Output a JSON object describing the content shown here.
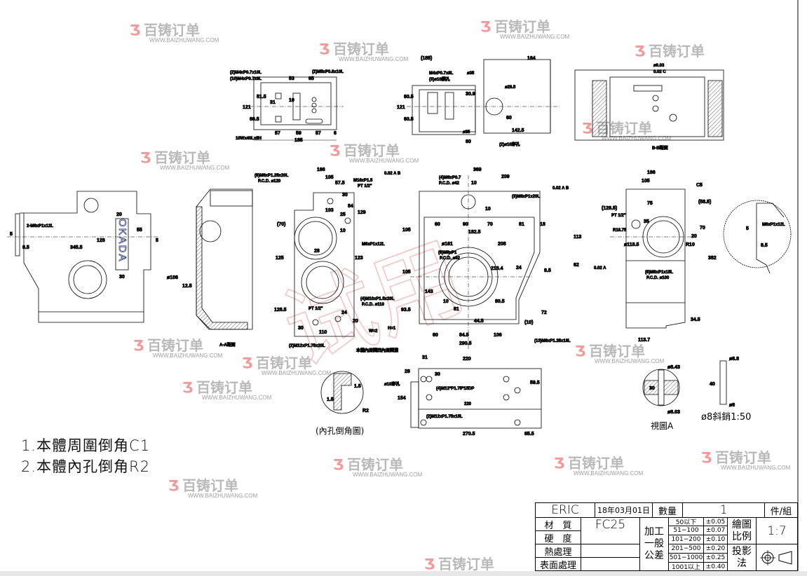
{
  "notes": [
    "1.本體周圍倒角C1",
    "2.本體內孔倒角R2"
  ],
  "watermark": {
    "brand": "百铸订单",
    "url": "WWW.BAIZHUWANG.COM",
    "stamp": "试用"
  },
  "views": {
    "top_left": {
      "dims": [
        "(2)M4xP0.7x10L",
        "(10)M4xP0.7x8L",
        "(2)M5xP0.8x10L",
        "53",
        "65",
        "121",
        "51.5",
        "60.5",
        "31",
        "10",
        "57",
        "59",
        "57",
        "6",
        "185",
        "10Wx40Lx5H"
      ]
    },
    "top_mid": {
      "dims": [
        "(185)",
        "164",
        "M4xP0.7x8L",
        "(3)ø10鑽孔",
        "ø35",
        "30.9",
        "121",
        "60.5",
        "60.5",
        "ø28.5",
        "60",
        "142.5",
        "ø35",
        "60",
        "(2)ø10穿孔"
      ]
    },
    "top_right": {
      "dims": [
        "ø0.03",
        "0.02 C",
        "B-B斷面"
      ]
    },
    "side_left": {
      "dims": [
        "2-M6xP1x12L",
        "5",
        "8.5",
        "345.5",
        "128",
        "20",
        "55",
        "30",
        "5"
      ],
      "logo": "OKADA"
    },
    "section_aa": {
      "dims": [
        "ø106",
        "12.5",
        "A-A斷面"
      ]
    },
    "front_left": {
      "dims": [
        "(8)M8xP1.25x20L",
        "P.C.D. ø120",
        "166",
        "105",
        "57.5",
        "M16xP1.5",
        "PT 1/2\"",
        "103",
        "25",
        "30",
        "84",
        "129",
        "(70)",
        "10",
        "M6xP1x12L",
        "125",
        "123",
        "128.5",
        "28",
        "PT 1/2\"",
        "24",
        "20",
        "110",
        "30",
        "(2)M12xP1.75x20L",
        "(4)M10xP1.5x20L",
        "P.C.D. ø110"
      ]
    },
    "front_main": {
      "dims": [
        "369",
        "209",
        "0.02 A B",
        "0.02 A B",
        "(4)M6xP0.7",
        "P.C.D. ø42",
        "10",
        "(3)M6xP1x20L",
        "10",
        "60",
        "90",
        "70",
        "81",
        "18",
        "182.5",
        "113",
        "ø161",
        "208",
        "(8)M8xP1",
        "P.C.D. ø92",
        "218.4",
        "24",
        "8.5",
        "62",
        "143",
        "10",
        "81",
        "80.5",
        "72",
        "(10)",
        "60",
        "84.5",
        "106",
        "290.5",
        "(13)M8xP1.25x18L",
        "44.5",
        "93.5",
        "105",
        "105",
        "W=2",
        "H=1",
        "本體內周圍凹內周圍溝"
      ]
    },
    "front_right": {
      "dims": [
        "166",
        "105",
        "C5",
        "75",
        "(58.5)",
        "(128.5)",
        "PT 1/2\"",
        "R18.75",
        "35",
        "70",
        "20",
        "R10",
        "ø118.5",
        "(8)M8xP1x15L",
        "P.C.D. ø100",
        "0.02 A",
        "382",
        "34.5",
        "113.7"
      ]
    },
    "detail_circle": {
      "dims": [
        "M6xP1x12L",
        "5",
        "8.5"
      ]
    },
    "bottom_mid": {
      "dims": [
        "31",
        "220",
        "28",
        "30",
        "ø10穿孔",
        "(4)M12*P1.75*15DP",
        "154",
        "59.5",
        "220",
        "(2)M12xP1.75x15L",
        "270.5",
        "65.5"
      ]
    },
    "inner_hole": {
      "dims": [
        "1.5",
        "1.5",
        "R2"
      ],
      "caption": "(內孔倒角圖)"
    },
    "view_a": {
      "dims": [
        "ø8.43",
        "30",
        "ø8.03"
      ],
      "caption": "視圖A"
    },
    "pin": {
      "dims": [
        "ø8.8",
        "40",
        "ø8"
      ],
      "caption": "ø8斜銷1:50"
    }
  },
  "title_block": {
    "drawer": "ERIC",
    "date": "18年03月01日",
    "qty_label": "數量",
    "qty": "1",
    "unit": "件/組",
    "material_label": "材　質",
    "material": "FC25",
    "hardness_label": "硬　度",
    "heat_label": "熱處理",
    "surface_label": "表面處理",
    "tolerance_label": "加工一般公差",
    "tolerances": [
      {
        "range": "50以下",
        "tol": "±0.05"
      },
      {
        "range": "51−100",
        "tol": "±0.07"
      },
      {
        "range": "101−200",
        "tol": "±0.10"
      },
      {
        "range": "201−500",
        "tol": "±0.20"
      },
      {
        "range": "501−1000",
        "tol": "±0.25"
      },
      {
        "range": "1001以上",
        "tol": "±0.40"
      }
    ],
    "scale_label": "繪圖比例",
    "scale": "1:7",
    "projection_label": "投影法"
  }
}
